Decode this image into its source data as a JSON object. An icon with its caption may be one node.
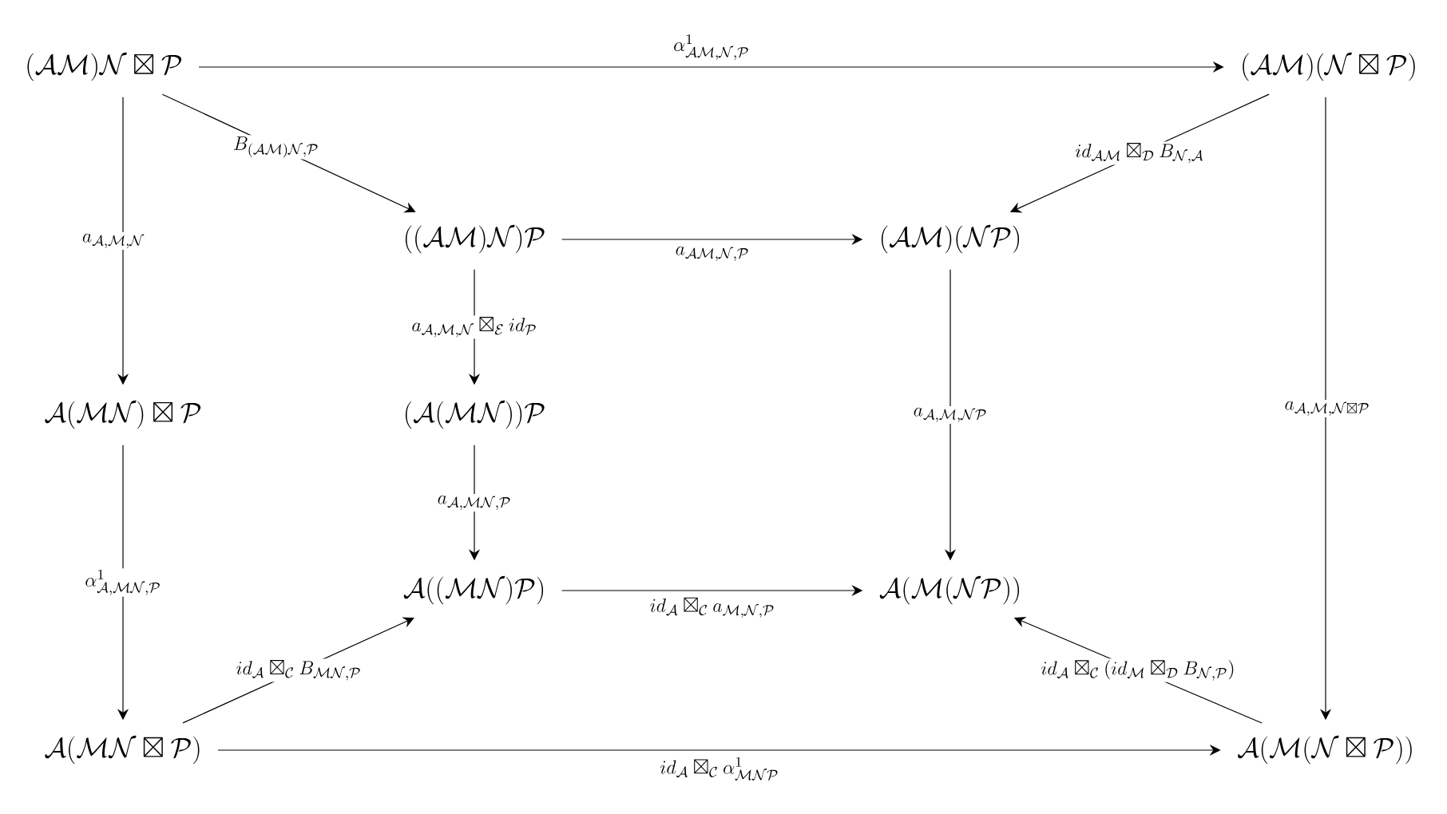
{
  "diagram": {
    "nodes": [
      {
        "text": [
          "(\\mathcal{A}\\mathcal{M})\\mathcal{N}\\boxtimes\\mathcal{P}"
        ]
      },
      {
        "text": [
          "(\\mathcal{A}\\mathcal{M})(\\mathcal{N}\\boxtimes\\mathcal{P})"
        ]
      },
      {
        "text": [
          "((\\mathcal{A}\\mathcal{M})\\mathcal{N})\\mathcal{P}"
        ]
      },
      {
        "text": [
          "(\\mathcal{A}\\mathcal{M})(\\mathcal{N}\\mathcal{P})"
        ]
      },
      {
        "text": [
          "\\mathcal{A}(\\mathcal{M}\\mathcal{N})\\boxtimes\\mathcal{P}"
        ]
      },
      {
        "text": [
          "(\\mathcal{A}(\\mathcal{M}\\mathcal{N}))\\mathcal{P}"
        ]
      },
      {
        "text": [
          "\\mathcal{A}((\\mathcal{M}\\mathcal{N})\\mathcal{P})"
        ]
      },
      {
        "text": [
          "\\mathcal{A}(\\mathcal{M}(\\mathcal{N}\\mathcal{P}))"
        ]
      },
      {
        "text": [
          "\\mathcal{A}(\\mathcal{M}\\mathcal{N}\\boxtimes\\mathcal{P})"
        ]
      },
      {
        "text": [
          "\\mathcal{A}(\\mathcal{M}(\\mathcal{N}\\boxtimes\\mathcal{P}))"
        ]
      }
    ],
    "edges": [
      {
        "from": 0,
        "to": 1,
        "arrow": "to",
        "label": "\\alpha^1_{\\mathcal{A}\\mathcal{M},\\mathcal{N},\\mathcal{P}}"
      },
      {
        "from": 0,
        "to": 2,
        "arrow": "to",
        "label": "B_{(\\mathcal{A}\\mathcal{M})\\mathcal{N},\\mathcal{P}}"
      },
      {
        "from": 0,
        "to": 4,
        "arrow": "to",
        "label": "a_{\\mathcal{A},\\mathcal{M},\\mathcal{N}}"
      },
      {
        "from": 1,
        "to": 3,
        "arrow": "to",
        "label": "id_{\\mathcal{A}\\mathcal{M}}\\boxtimes_{\\mathcal{D}}B_{\\mathcal{N},\\mathcal{A}}"
      },
      {
        "from": 1,
        "to": 9,
        "arrow": "to",
        "label": "a_{\\mathcal{A},\\mathcal{M},\\mathcal{N}\\boxtimes\\mathcal{P}}"
      },
      {
        "from": 2,
        "to": 3,
        "arrow": "to",
        "label": "a_{\\mathcal{A}\\mathcal{M},\\mathcal{N},\\mathcal{P}}"
      },
      {
        "from": 2,
        "to": 5,
        "arrow": "to",
        "label": "a_{\\mathcal{A},\\mathcal{M},\\mathcal{N}}\\boxtimes_{\\mathcal{E}}id_{\\mathcal{P}}"
      },
      {
        "from": 3,
        "to": 7,
        "arrow": "to",
        "label": "a_{\\mathcal{A},\\mathcal{M},\\mathcal{N}\\mathcal{P}}"
      },
      {
        "from": 4,
        "to": 8,
        "arrow": "to",
        "label": "\\alpha^1_{\\mathcal{A},\\mathcal{M}\\mathcal{N},\\mathcal{P}}"
      },
      {
        "from": 5,
        "to": 6,
        "arrow": "to",
        "label": "a_{\\mathcal{A},\\mathcal{M}\\mathcal{N},\\mathcal{P}}"
      },
      {
        "from": 6,
        "to": 7,
        "arrow": "to",
        "label": "id_{\\mathcal{A}}\\boxtimes_{\\mathcal{C}}a_{\\mathcal{M},\\mathcal{N},\\mathcal{P}}"
      },
      {
        "from": 8,
        "to": 6,
        "arrow": "to",
        "label": "id_{\\mathcal{A}}\\boxtimes_{\\mathcal{C}}B_{\\mathcal{M}\\mathcal{N},\\mathcal{P}}"
      },
      {
        "from": 9,
        "to": 7,
        "arrow": "to",
        "label": "id_{\\mathcal{A}}\\boxtimes_{\\mathcal{C}}(id_{\\mathcal{M}}\\boxtimes_{\\mathcal{D}}B_{\\mathcal{N},\\mathcal{P}})"
      },
      {
        "from": 8,
        "to": 9,
        "arrow": "to",
        "label": "id_{\\mathcal{A}}\\boxtimes_{\\mathcal{C}}\\alpha^1_{\\mathcal{M}\\mathcal{N}\\mathcal{P}}"
      }
    ]
  }
}
